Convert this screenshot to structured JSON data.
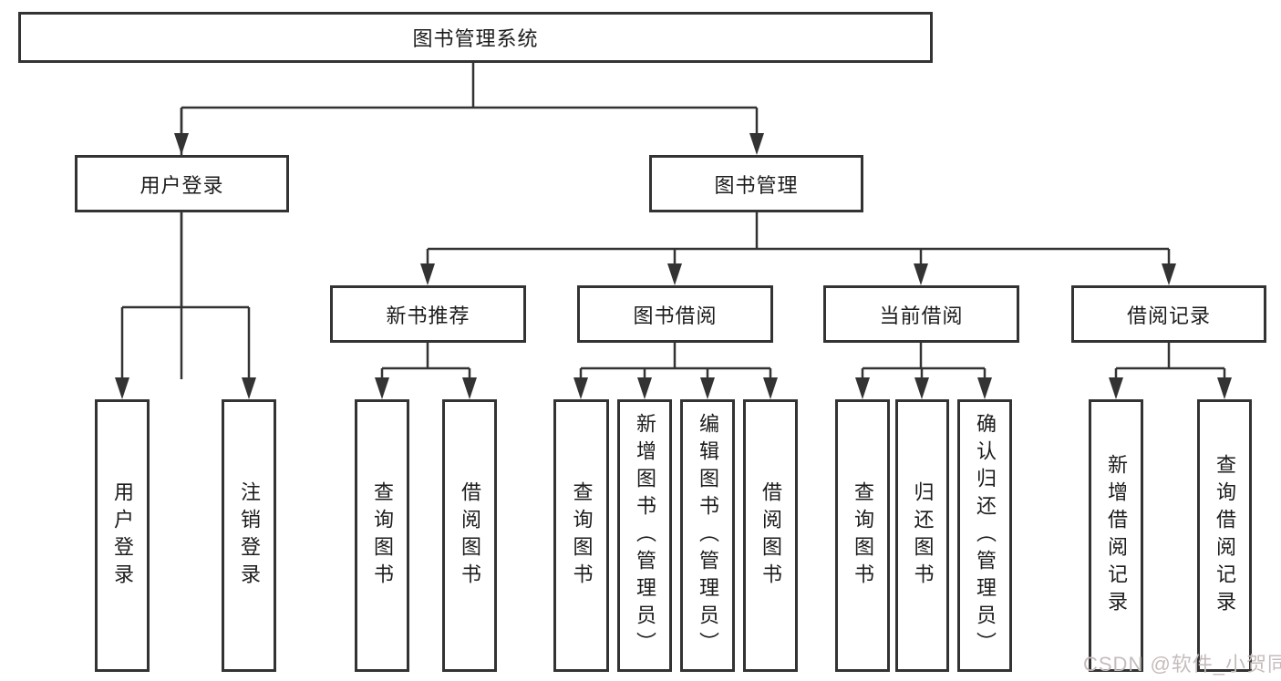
{
  "diagram": {
    "root": {
      "label": "图书管理系统"
    },
    "level1": [
      {
        "id": "user-login",
        "label": "用户登录"
      },
      {
        "id": "book-management",
        "label": "图书管理"
      }
    ],
    "level2": [
      {
        "id": "new-book-recommend",
        "label": "新书推荐"
      },
      {
        "id": "book-borrowing",
        "label": "图书借阅"
      },
      {
        "id": "current-borrowing",
        "label": "当前借阅"
      },
      {
        "id": "borrowing-records",
        "label": "借阅记录"
      }
    ],
    "leaves": [
      {
        "parent": "user-login",
        "label": "用户登录"
      },
      {
        "parent": "user-login",
        "label": "注销登录"
      },
      {
        "parent": "new-book-recommend",
        "label": "查询图书"
      },
      {
        "parent": "new-book-recommend",
        "label": "借阅图书"
      },
      {
        "parent": "book-borrowing",
        "label": "查询图书"
      },
      {
        "parent": "book-borrowing",
        "label": "新增图书（管理员）"
      },
      {
        "parent": "book-borrowing",
        "label": "编辑图书（管理员）"
      },
      {
        "parent": "book-borrowing",
        "label": "借阅图书"
      },
      {
        "parent": "current-borrowing",
        "label": "查询图书"
      },
      {
        "parent": "current-borrowing",
        "label": "归还图书"
      },
      {
        "parent": "current-borrowing",
        "label": "确认归还（管理员）"
      },
      {
        "parent": "borrowing-records",
        "label": "新增借阅记录"
      },
      {
        "parent": "borrowing-records",
        "label": "查询借阅记录"
      }
    ]
  },
  "watermark": {
    "text": "CSDN @软件_小贺同学"
  },
  "colors": {
    "line": "#333333",
    "box_border": "#333333",
    "text": "#1c1c1c",
    "watermark": "#c6bcbc",
    "background": "#ffffff"
  }
}
